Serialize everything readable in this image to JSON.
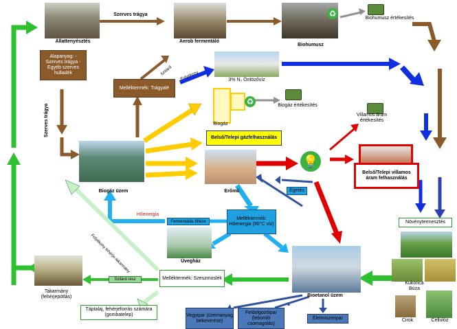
{
  "labels": {
    "allattenyesztes": "Állattenyésztés",
    "aerob": "Aerob fermentáló",
    "biohumusz": "Biohumusz",
    "biohumusz_ertekesites": "Biohumusz  értékesítés",
    "szerves_tragya_top": "Szerves trágya",
    "szilard": "Szilárd",
    "folyekony": "Folyékony",
    "ontozoviz": "3% N₂ Öntözővíz",
    "biogaz": "Biogáz",
    "biogaz_ertekesites": "Biogáz értékesítés",
    "villamos_ertekesites": "Villamos áram értékesítés",
    "biogaz_uzem": "Biogáz üzem",
    "eromu": "Erőmű",
    "egetes": "Égetés",
    "hoenergia": "Hőenergia",
    "fermentalas_futese": "Fermentálás fűtése",
    "uveghaz": "Üveghá​z",
    "szilard_resz": "Szilárd rész",
    "takarmany": "Takarmány (fehérjepótlás)",
    "folyekony_feherje": "Folyékony fehérje-takarmány",
    "bioetanol_uzem": "Bioetanol üzem",
    "kukorica": "Kukorica Búza",
    "cirok": "Cirok",
    "cellulaz": "Cellulóz",
    "szerves_tragya_side": "Szerves trágya"
  },
  "boxes": {
    "alapanyag": "Alapanyag: - Szerves trágya - Egyéb szerves hulladék",
    "melleketermek_tragyale": "Melléktermék: Trágyalé",
    "belso_gaz": "Belső/Telepi gázfelhasználás",
    "belso_villamos": "Belső/Telepi villamos áram felhasználás",
    "melleketermek_hoenergia": "Melléktermék: Hőenergia (90°C víz)",
    "melleketermek_szeszmoslek": "Melléktermék: Szeszmoslék",
    "taptalaj": "Táptalaj, fehérjeforrás számára (gombatelep)",
    "noveny": "Növénytermesztés",
    "vegyipar": "Vegyipar (üzemanyag bekeverése)",
    "feldolgozoipar": "Feldolgozóipar (lebomló csomagolás)",
    "elelmiszeripar": "Élelmiszeripar"
  },
  "colors": {
    "brown": "#8a5a2a",
    "green": "#2ec02e",
    "yellow": "#ffcc00",
    "red": "#e00000",
    "blue": "#1030e0",
    "navy": "#3050a0",
    "sky": "#20b0f0",
    "lightgreen": "#c8f0c8",
    "gray": "#909090"
  }
}
